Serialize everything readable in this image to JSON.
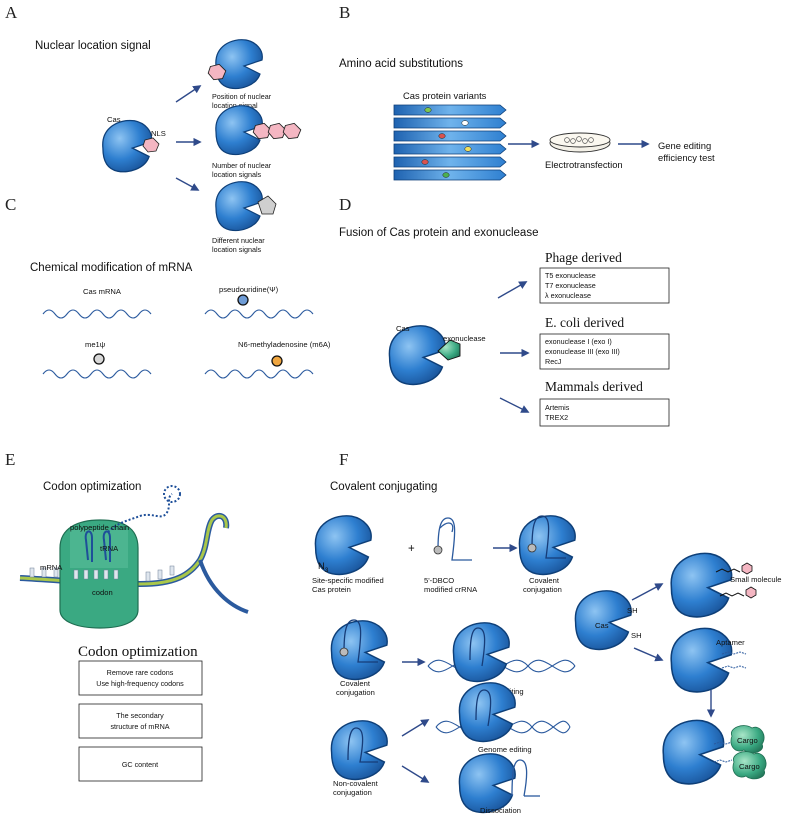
{
  "colors": {
    "protein": "#2e7fd0",
    "protein_dark": "#0e3f78",
    "nls": "#f4b6c2",
    "arrow": "#2f4a8a",
    "dna": "#2b5a9e",
    "exonuclease": "#3aa982",
    "ribosome": "#3aa982",
    "mrna": "#a9c74a"
  },
  "panel_a": {
    "letter": "A",
    "title": "Nuclear location signal",
    "cas_label": "Cas",
    "nls_label": "NLS",
    "outcomes": [
      {
        "line1": "Position of nuclear",
        "line2": "location signal"
      },
      {
        "line1": "Number of nuclear",
        "line2": "location signals"
      },
      {
        "line1": "Different nuclear",
        "line2": "location signals"
      }
    ]
  },
  "panel_b": {
    "letter": "B",
    "title": "Amino acid substitutions",
    "variants_label": "Cas protein variants",
    "electro_label": "Electrotransfection",
    "test_line1": "Gene editing",
    "test_line2": "efficiency test"
  },
  "panel_c": {
    "letter": "C",
    "title": "Chemical modification of mRNA",
    "items": [
      "Cas mRNA",
      "pseudouridine(Ψ)",
      "me1ψ",
      "N6-methyladenosine (m6A)"
    ]
  },
  "panel_d": {
    "letter": "D",
    "title": "Fusion of Cas protein and exonuclease",
    "cas_label": "Cas",
    "exo_label": "exonuclease",
    "groups": [
      {
        "heading": "Phage derived",
        "items": [
          "T5 exonuclease",
          "T7 exonuclease",
          "λ exonuclease"
        ]
      },
      {
        "heading": "E. coli derived",
        "items": [
          "exonuclease I (exo I)",
          "exonuclease III (exo III)",
          "RecJ"
        ]
      },
      {
        "heading": "Mammals derived",
        "items": [
          "Artemis",
          "TREX2"
        ]
      }
    ]
  },
  "panel_e": {
    "letter": "E",
    "title": "Codon optimization",
    "chain_label": "polypeptide chain",
    "trna_label": "tRNA",
    "mrna_label": "mRNA",
    "codon_label": "codon",
    "heading": "Codon optimization",
    "box1_line1": "Remove rare codons",
    "box1_line2": "Use high-frequency codons",
    "box2_line1": "The secondary",
    "box2_line2": "structure of mRNA",
    "box3": "GC content"
  },
  "panel_f": {
    "letter": "F",
    "title": "Covalent conjugating",
    "n3_label": "N",
    "n3_sub": "3",
    "plus": "+",
    "site_line1": "Site-specific modified",
    "site_line2": "Cas protein",
    "dbco_line1": "5'-DBCO",
    "dbco_line2": "modified crRNA",
    "covalent_line1": "Covalent",
    "covalent_line2": "conjugation",
    "genome_editing": "Genome editing",
    "noncov_line1": "Non-covalent",
    "noncov_line2": "conjugation",
    "dissociation": "Dissociation",
    "cas_label": "Cas",
    "sh_label": "SH",
    "small_molecule": "Small molecule",
    "aptamer": "Aptamer",
    "cargo": "Cargo"
  }
}
